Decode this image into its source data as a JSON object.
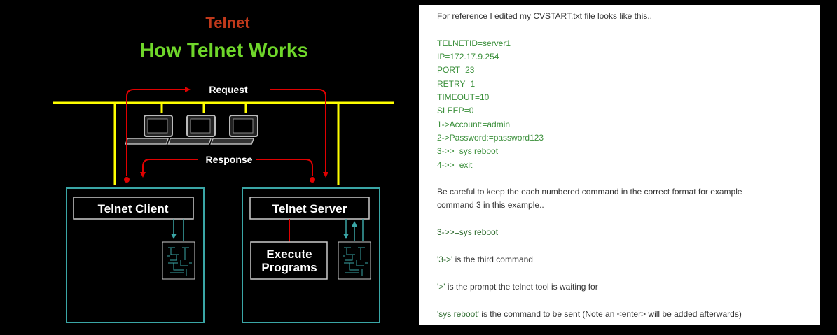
{
  "diagram": {
    "subtitle": "Telnet",
    "title": "How Telnet Works",
    "request_label": "Request",
    "response_label": "Response",
    "client_label": "Telnet Client",
    "server_label": "Telnet Server",
    "execute_label_line1": "Execute",
    "execute_label_line2": "Programs",
    "colors": {
      "subtitle": "#c0391b",
      "title": "#6fd62a",
      "network_line": "#ffff00",
      "arrows": "#e00000",
      "box_border": "#3aa6a6"
    },
    "icons": [
      "computer-terminal-icon",
      "computer-terminal-icon",
      "computer-terminal-icon",
      "network-tree-icon",
      "network-tree-icon"
    ]
  },
  "document": {
    "intro": "For reference I edited my CVSTART.txt file looks like this..",
    "config_lines": [
      "TELNETID=server1",
      "IP=172.17.9.254",
      "PORT=23",
      "RETRY=1",
      "TIMEOUT=10",
      "SLEEP=0",
      "1->Account:=admin",
      "2->Password:=password123",
      "3->>=sys reboot",
      "4->>=exit"
    ],
    "careful_line1": "Be careful to keep the each numbered command in the correct format for example",
    "careful_line2": "command 3 in this example..",
    "example": "3->>=sys reboot",
    "note1_code": "'3->'",
    "note1_rest": " is the third command",
    "note2_code": "'>'",
    "note2_rest": " is the prompt the telnet tool is waiting for",
    "note3_code": "'sys reboot'",
    "note3_rest": " is the command to be sent (Note an <enter> will be added afterwards)"
  }
}
